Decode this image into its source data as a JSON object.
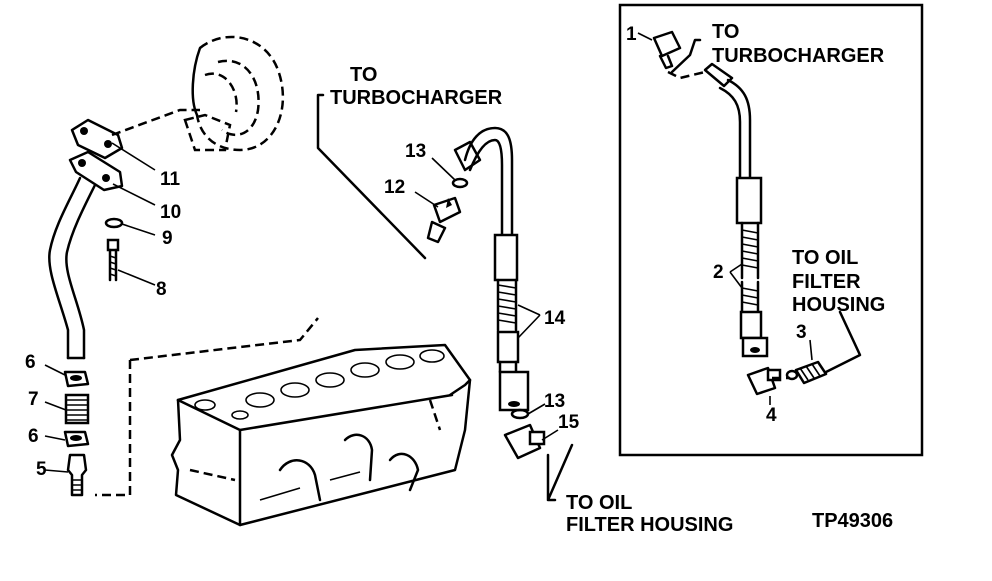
{
  "figure_id": "TP49306",
  "main": {
    "to_turbocharger": [
      "TO",
      "TURBOCHARGER"
    ],
    "to_oil_filter_housing": [
      "TO OIL",
      "FILTER HOUSING"
    ],
    "callouts": {
      "c5": "5",
      "c6a": "6",
      "c7": "7",
      "c6b": "6",
      "c8": "8",
      "c9": "9",
      "c10": "10",
      "c11": "11",
      "c12": "12",
      "c13a": "13",
      "c13b": "13",
      "c14": "14",
      "c15": "15"
    }
  },
  "inset": {
    "to_turbocharger": [
      "TO",
      "TURBOCHARGER"
    ],
    "to_oil_filter_housing": [
      "TO OIL",
      "FILTER",
      "HOUSING"
    ],
    "callouts": {
      "c1": "1",
      "c2": "2",
      "c3": "3",
      "c4": "4"
    }
  }
}
